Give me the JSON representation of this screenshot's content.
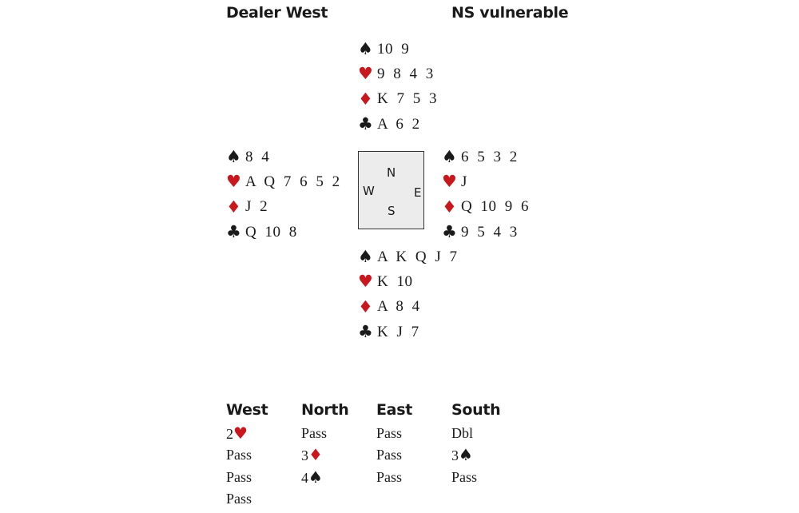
{
  "header": {
    "dealer": "Dealer West",
    "vulnerability": "NS vulnerable"
  },
  "colors": {
    "red_suit": "#c8181e",
    "black_suit": "#1a1a1a",
    "compass_bg": "#ececec"
  },
  "suit_symbols": {
    "spades": "♠",
    "hearts": "♥",
    "diamonds": "♦",
    "clubs": "♣"
  },
  "hands": {
    "north": {
      "spades": "10 9",
      "hearts": "9 8 4 3",
      "diamonds": "K 7 5 3",
      "clubs": "A 6 2"
    },
    "west": {
      "spades": "8 4",
      "hearts": "A Q 7 6 5 2",
      "diamonds": "J 2",
      "clubs": "Q 10 8"
    },
    "east": {
      "spades": "6 5 3 2",
      "hearts": "J",
      "diamonds": "Q 10 9 6",
      "clubs": "9 5 4 3"
    },
    "south": {
      "spades": "A K Q J 7",
      "hearts": "K 10",
      "diamonds": "A 8 4",
      "clubs": "K J 7"
    }
  },
  "compass": {
    "n": "N",
    "w": "W",
    "e": "E",
    "s": "S"
  },
  "auction": {
    "columns": [
      {
        "player": "West",
        "bids": [
          {
            "text": "2",
            "suit": "♥",
            "color": "red"
          },
          {
            "text": "Pass"
          },
          {
            "text": "Pass"
          },
          {
            "text": "Pass"
          }
        ]
      },
      {
        "player": "North",
        "bids": [
          {
            "text": "Pass"
          },
          {
            "text": "3",
            "suit": "♦",
            "color": "red"
          },
          {
            "text": "4",
            "suit": "♠",
            "color": "blk"
          }
        ]
      },
      {
        "player": "East",
        "bids": [
          {
            "text": "Pass"
          },
          {
            "text": "Pass"
          },
          {
            "text": "Pass"
          }
        ]
      },
      {
        "player": "South",
        "bids": [
          {
            "text": "Dbl"
          },
          {
            "text": "3",
            "suit": "♠",
            "color": "blk"
          },
          {
            "text": "Pass"
          }
        ]
      }
    ]
  }
}
